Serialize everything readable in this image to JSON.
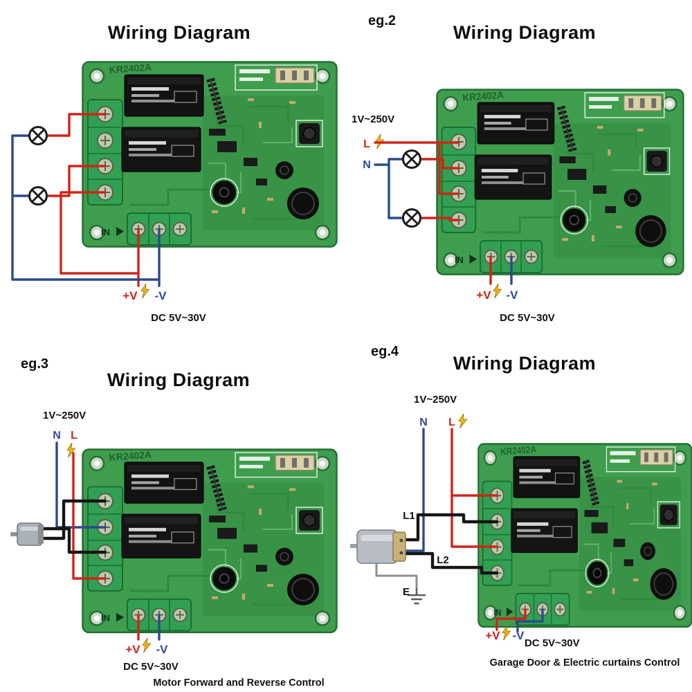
{
  "image_type": "relay-module-wiring-diagram-sheet",
  "colors": {
    "wire_live_red": "#cf2418",
    "wire_neutral_blue": "#2a4a8c",
    "wire_motor_black": "#151515",
    "board_green": "#3f9d4e",
    "terminal_green": "#31a053",
    "bolt_yellow": "#f6b80c"
  },
  "panels": [
    {
      "eg_label": "",
      "title": "Wiring Diagram",
      "board_label": "KR2402A",
      "in_label": "IN",
      "supply": {
        "plus": "+V",
        "minus": "-V",
        "dc": "DC  5V~30V"
      },
      "mains": {
        "voltage": "",
        "live": "",
        "neutral": ""
      },
      "caption": "",
      "load_icons": [
        "lamp",
        "lamp"
      ]
    },
    {
      "eg_label": "eg.2",
      "title": "Wiring Diagram",
      "board_label": "KR2402A",
      "in_label": "IN",
      "supply": {
        "plus": "+V",
        "minus": "-V",
        "dc": "DC  5V~30V"
      },
      "mains": {
        "voltage": "1V~250V",
        "live": "L",
        "neutral": "N"
      },
      "caption": "",
      "load_icons": [
        "lamp",
        "lamp"
      ]
    },
    {
      "eg_label": "eg.3",
      "title": "Wiring Diagram",
      "board_label": "KR2402A",
      "in_label": "IN",
      "supply": {
        "plus": "+V",
        "minus": "-V",
        "dc": "DC 5V~30V"
      },
      "mains": {
        "voltage": "1V~250V",
        "live": "L",
        "neutral": "N"
      },
      "caption": "Motor Forward and Reverse Control",
      "load_icons": [
        "motor"
      ]
    },
    {
      "eg_label": "eg.4",
      "title": "Wiring Diagram",
      "board_label": "KR2402A",
      "in_label": "IN",
      "supply": {
        "plus": "+V",
        "minus": "-V",
        "dc": "DC 5V~30V"
      },
      "mains": {
        "voltage": "1V~250V",
        "live": "L",
        "neutral": "N"
      },
      "motor_wires": {
        "l1": "L1",
        "l2": "L2",
        "earth": "E"
      },
      "caption": "Garage Door & Electric curtains Control",
      "load_icons": [
        "motor",
        "earth-ground"
      ]
    }
  ]
}
